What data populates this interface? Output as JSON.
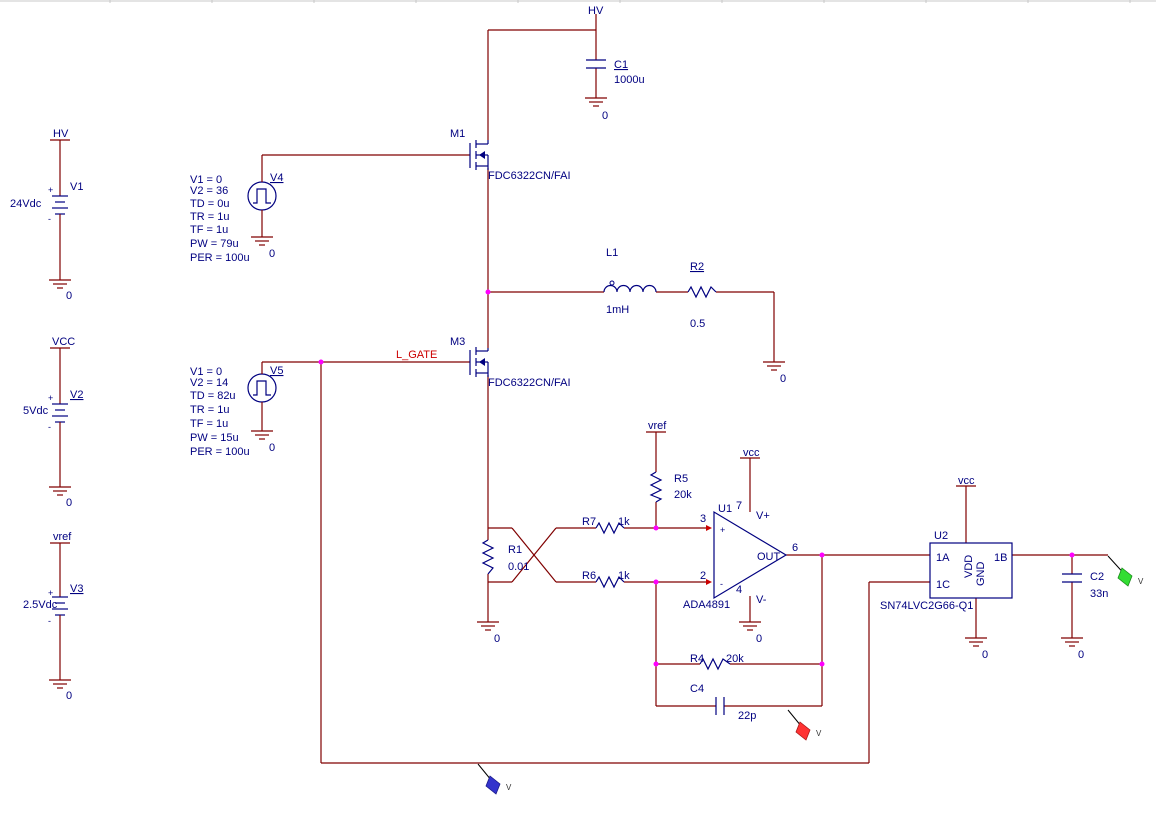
{
  "title": "",
  "nets": {
    "hv_top": "HV",
    "hv": "HV",
    "vcc": "VCC",
    "vref_src": "vref",
    "vref": "vref",
    "vcc_u1": "vcc",
    "vcc_u2": "vcc",
    "l_gate": "L_GATE",
    "gnd": "0"
  },
  "sources": {
    "v1": {
      "name": "V1",
      "value": "24Vdc"
    },
    "v2": {
      "name": "V2",
      "value": "5Vdc"
    },
    "v3": {
      "name": "V3",
      "value": "2.5Vdc"
    },
    "v4": {
      "name": "V4",
      "params": [
        "V1 = 0",
        "V2 = 36",
        "TD = 0u",
        "TR = 1u",
        "TF = 1u",
        "PW = 79u",
        "PER = 100u"
      ]
    },
    "v5": {
      "name": "V5",
      "params": [
        "V1 = 0",
        "V2 = 14",
        "TD = 82u",
        "TR = 1u",
        "TF = 1u",
        "PW = 15u",
        "PER = 100u"
      ]
    }
  },
  "mosfets": {
    "m1": {
      "name": "M1",
      "part": "FDC6322CN/FAI"
    },
    "m3": {
      "name": "M3",
      "part": "FDC6322CN/FAI"
    }
  },
  "passives": {
    "c1": {
      "name": "C1",
      "value": "1000u"
    },
    "l1": {
      "name": "L1",
      "value": "1mH"
    },
    "r2": {
      "name": "R2",
      "value": "0.5"
    },
    "r1": {
      "name": "R1",
      "value": "0.01"
    },
    "r5": {
      "name": "R5",
      "value": "20k"
    },
    "r7": {
      "name": "R7",
      "value": "1k"
    },
    "r6": {
      "name": "R6",
      "value": "1k"
    },
    "r4": {
      "name": "R4",
      "value": "20k"
    },
    "c4": {
      "name": "C4",
      "value": "22p"
    },
    "c2": {
      "name": "C2",
      "value": "33n"
    }
  },
  "opamp": {
    "name": "U1",
    "part": "ADA4891",
    "pin_plus": "3",
    "pin_minus": "2",
    "pin_out": "6",
    "pin_vp": "7",
    "pin_vn": "4",
    "sym_plus": "+",
    "sym_minus": "-",
    "lbl_vp": "V+",
    "lbl_vn": "V-",
    "lbl_out": "OUT"
  },
  "switch": {
    "name": "U2",
    "part": "SN74LVC2G66-Q1",
    "pin_1a": "1A",
    "pin_1b": "1B",
    "pin_1c": "1C",
    "pin_vdd": "VDD",
    "pin_gnd": "GND"
  },
  "probes": {
    "probe_green": "V",
    "probe_red": "V",
    "probe_blue": "V"
  },
  "colors": {
    "wire": "#800000",
    "component": "#000080",
    "junction": "#ff00ff",
    "net_label": "#cc0000",
    "probe_green": "#33dd33",
    "probe_red": "#ff3333",
    "probe_blue": "#3333cc"
  }
}
